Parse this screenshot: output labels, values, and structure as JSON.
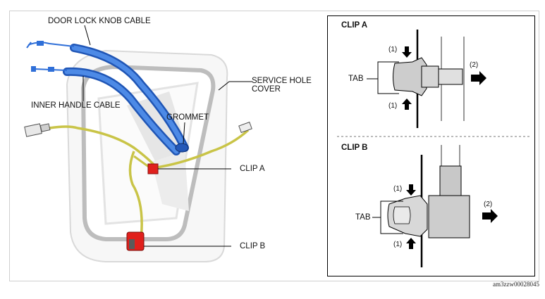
{
  "labels": {
    "door_lock_knob_cable": "DOOR LOCK KNOB CABLE",
    "inner_handle_cable": "INNER HANDLE CABLE",
    "service_hole_cover_1": "SERVICE HOLE",
    "service_hole_cover_2": "COVER",
    "grommet": "GROMMET",
    "clip_a": "CLIP A",
    "clip_b": "CLIP B"
  },
  "clip_a_detail": {
    "title": "CLIP A",
    "tab": "TAB",
    "step1_top": "(1)",
    "step1_bottom": "(1)",
    "step2": "(2)"
  },
  "clip_b_detail": {
    "title": "CLIP B",
    "tab": "TAB",
    "step1_top": "(1)",
    "step1_bottom": "(1)",
    "step2": "(2)"
  },
  "reference_code": "am3zzw00028045",
  "colors": {
    "cable_blue": "#2f6fd8",
    "wire_yellow": "#c9c447",
    "clip_red": "#e0201c",
    "outline": "#000000"
  }
}
